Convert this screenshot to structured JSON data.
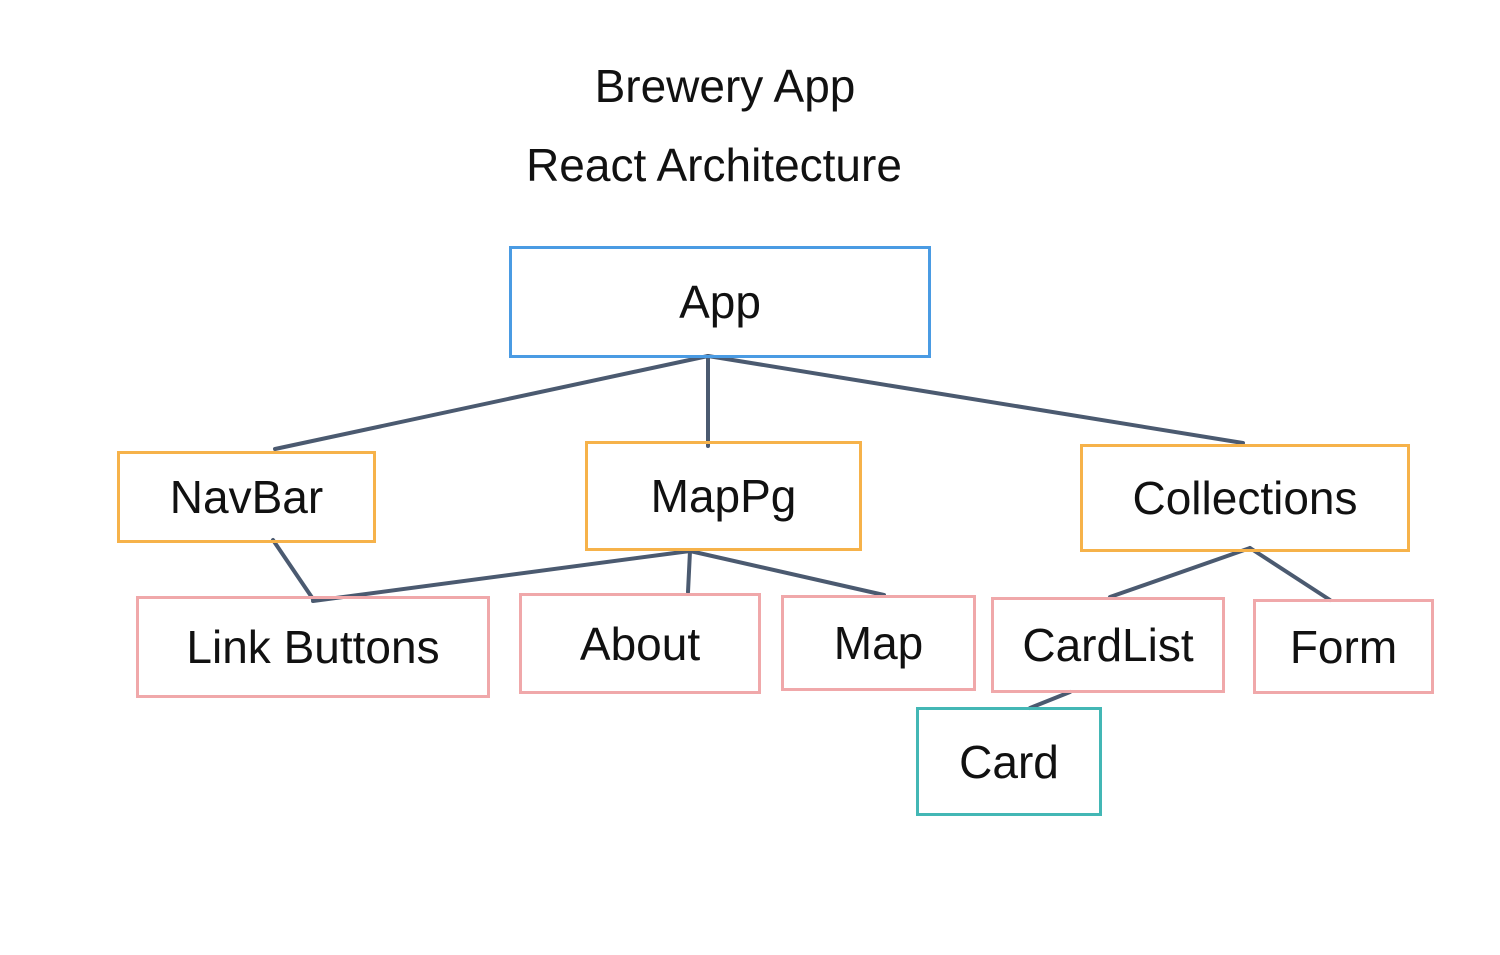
{
  "title": {
    "line1": "Brewery App",
    "line2": "React Architecture"
  },
  "nodes": {
    "app": "App",
    "navbar": "NavBar",
    "mappg": "MapPg",
    "collections": "Collections",
    "link_buttons": "Link Buttons",
    "about": "About",
    "map": "Map",
    "cardlist": "CardList",
    "form": "Form",
    "card": "Card"
  },
  "edges": [
    [
      "App",
      "NavBar"
    ],
    [
      "App",
      "MapPg"
    ],
    [
      "App",
      "Collections"
    ],
    [
      "NavBar",
      "Link Buttons"
    ],
    [
      "MapPg",
      "Link Buttons"
    ],
    [
      "MapPg",
      "About"
    ],
    [
      "MapPg",
      "Map"
    ],
    [
      "Collections",
      "CardList"
    ],
    [
      "Collections",
      "Form"
    ],
    [
      "CardList",
      "Card"
    ]
  ],
  "colors": {
    "root_border": "#4a9be3",
    "level1_border": "#f6b24a",
    "level2_border": "#f0a8aa",
    "level3_border": "#43b7b5",
    "edge": "#4b5a70"
  }
}
